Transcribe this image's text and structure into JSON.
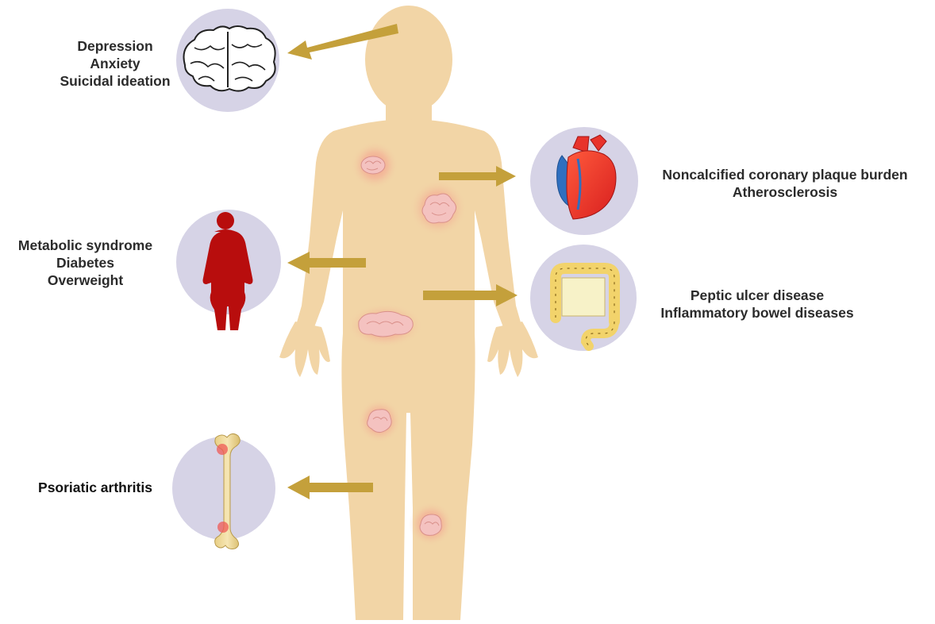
{
  "colors": {
    "body": "#f2d5a6",
    "arrow": "#c4a03b",
    "circle": "#d6d3e6",
    "lesion": "#f4c2c0",
    "lesion_glow": "#f08a7a",
    "obesity_figure": "#b80d0d",
    "heart_red": "#e8332b",
    "heart_blue": "#2f6fbf",
    "intestine": "#f2d36b",
    "bone": "#f0dc9a"
  },
  "icons": [
    "brain-icon",
    "heart-icon",
    "obese-person-icon",
    "intestine-icon",
    "femur-bone-icon"
  ],
  "comorbidities": {
    "brain": [
      "Depression",
      "Anxiety",
      "Suicidal ideation"
    ],
    "metabolic": [
      "Metabolic syndrome",
      "Diabetes",
      "Overweight"
    ],
    "joint": [
      "Psoriatic arthritis"
    ],
    "cardio": [
      "Noncalcified coronary plaque burden",
      "Atherosclerosis"
    ],
    "gut": [
      "Peptic ulcer disease",
      "Inflammatory bowel diseases"
    ]
  }
}
